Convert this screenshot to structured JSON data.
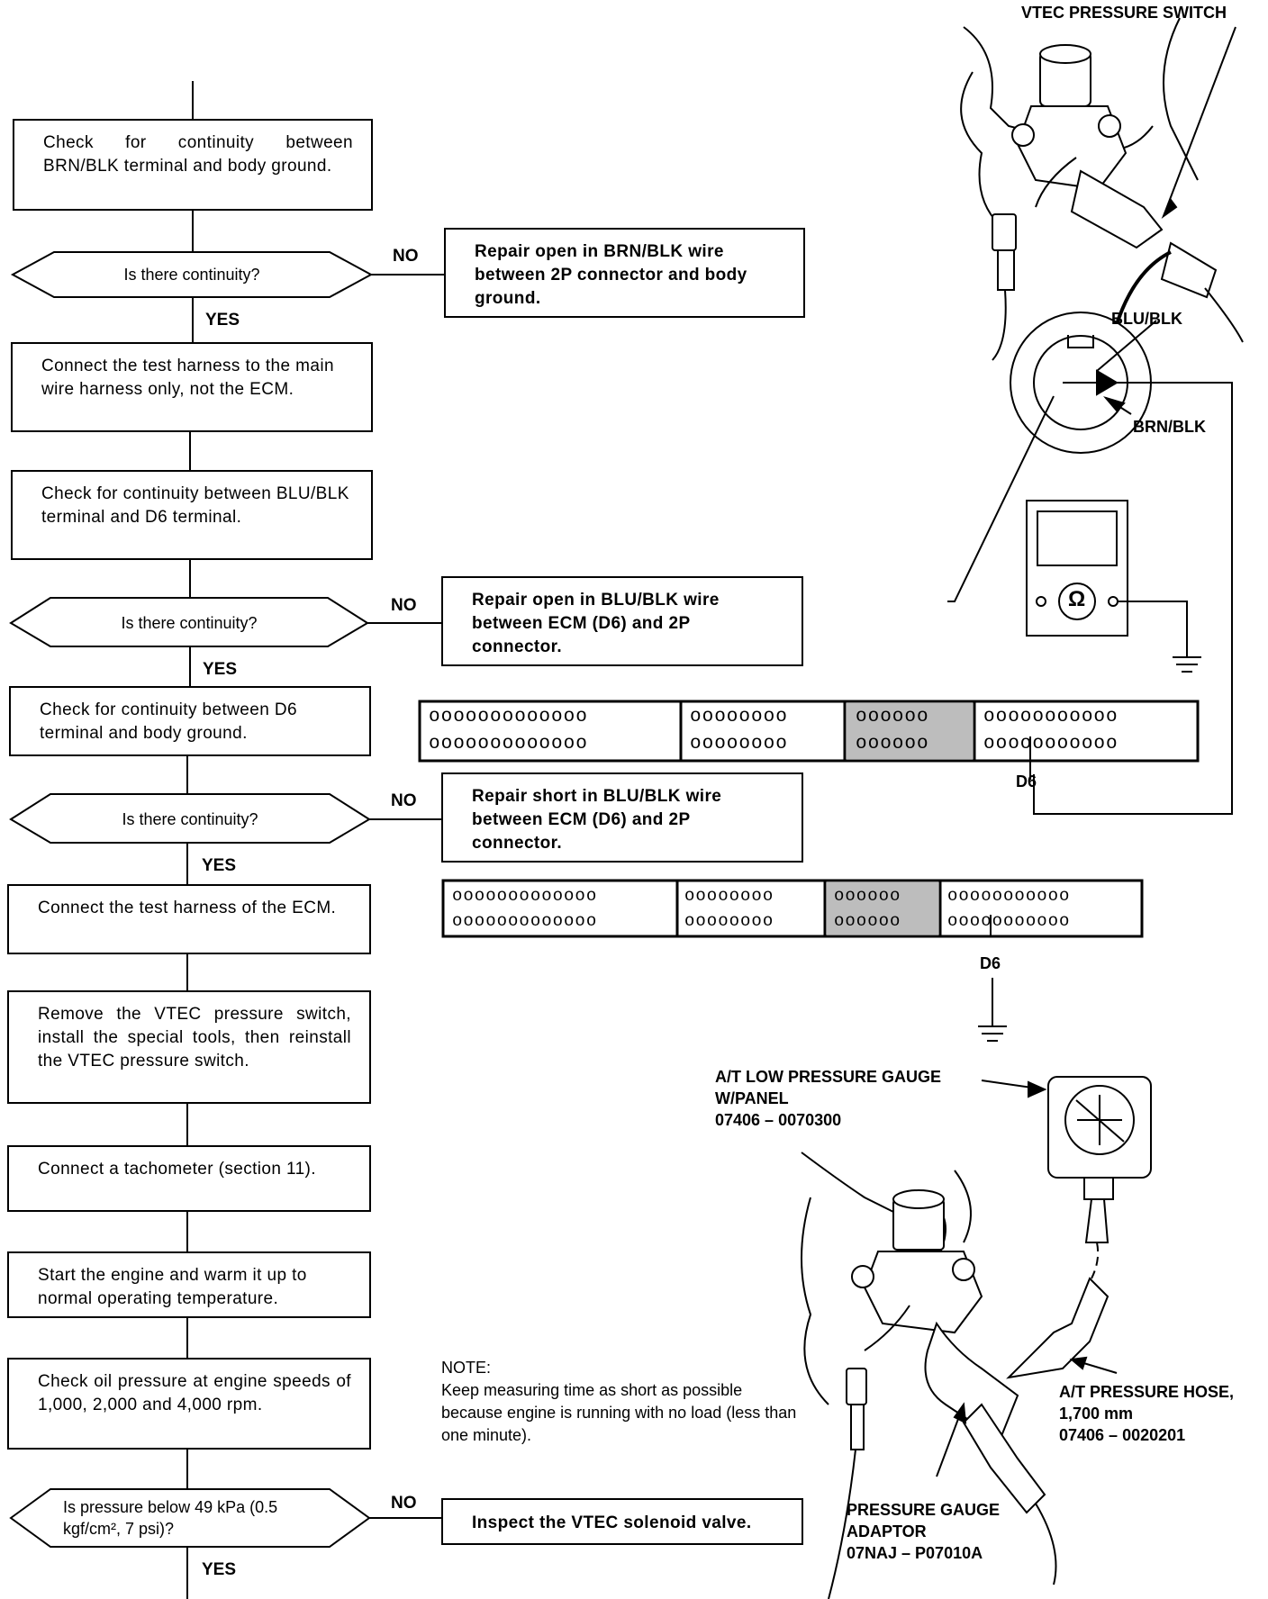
{
  "flow": {
    "step1": "Check for continuity between BRN/BLK terminal and body ground.",
    "q1": "Is there continuity?",
    "fix1": "Repair open in BRN/BLK wire between 2P connector and body ground.",
    "step2": "Connect the test harness to the main wire harness only, not the ECM.",
    "step3": "Check for continuity between BLU/BLK terminal and D6 terminal.",
    "q2": "Is there continuity?",
    "fix2": "Repair open in BLU/BLK wire between ECM (D6) and 2P connector.",
    "step4": "Check for continuity between D6 terminal and body ground.",
    "q3": "Is there continuity?",
    "fix3": "Repair short in BLU/BLK wire between ECM (D6) and 2P connector.",
    "step5": "Connect the test harness of the ECM.",
    "step6": "Remove the VTEC pressure switch, install the special tools, then reinstall the VTEC pressure switch.",
    "step7": "Connect a tachometer (section 11).",
    "step8": "Start the engine and warm it up to normal operating temperature.",
    "step9": "Check oil pressure at engine speeds of 1,000, 2,000 and 4,000 rpm.",
    "q4": "Is pressure below 49 kPa (0.5 kgf/cm², 7 psi)?",
    "fix4": "Inspect the VTEC solenoid valve.",
    "yes": "YES",
    "no": "NO"
  },
  "labels": {
    "vtec_switch": "VTEC PRESSURE SWITCH",
    "blu_blk": "BLU/BLK",
    "brn_blk": "BRN/BLK",
    "d6_a": "D6",
    "d6_b": "D6",
    "gauge_1": "A/T LOW PRESSURE GAUGE",
    "gauge_2": "W/PANEL",
    "gauge_3": "07406 – 0070300",
    "hose_1": "A/T PRESSURE HOSE,",
    "hose_2": "1,700 mm",
    "hose_3": "07406 – 0020201",
    "adaptor_1": "PRESSURE GAUGE",
    "adaptor_2": "ADAPTOR",
    "adaptor_3": "07NAJ – P07010A",
    "ohm": "Ω"
  },
  "note": {
    "title": "NOTE:",
    "body": "Keep measuring time as short as possible because engine is running with no load (less than one minute)."
  },
  "connector": {
    "block1": "ooooooooooooo",
    "block2": "oooooooo",
    "block3": "oooooo",
    "block4": "ooooooooooo"
  }
}
